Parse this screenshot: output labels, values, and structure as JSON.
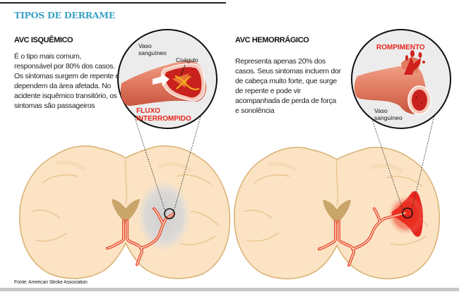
{
  "header": {
    "title": "TIPOS DE DERRAME"
  },
  "ischemic": {
    "heading": "AVC ISQUÊMICO",
    "body": "É o tipo mais comum, responsável por 80% dos casos. Os sintomas surgem de repente e dependem da área afetada. No acidente isquêmico transitório, os sintomas são passageiros",
    "labels": {
      "vessel_line1": "Vaso",
      "vessel_line2": "sanguíneo",
      "clot": "Coágulo",
      "flow_line1": "FLUXO",
      "flow_line2": "INTERROMPIDO"
    }
  },
  "hemorrhagic": {
    "heading": "AVC HEMORRÁGICO",
    "body": "Representa apenas 20% dos casos. Seus sintomas incluem dor de cabeça muito forte, que surge de repente e pode vir acompanhada de perda de força e sonolência",
    "labels": {
      "rupture": "ROMPIMENTO",
      "vessel_line1": "Vaso",
      "vessel_line2": "sanguíneo"
    }
  },
  "footer": {
    "source": "Fonte: American Stroke Association"
  },
  "colors": {
    "title_accent": "#3aa3c6",
    "alert_red": "#e8261e",
    "brain_fill": "#fbe3c4",
    "brain_outline": "#d9b070",
    "vessel": "#e8432e",
    "ischemia_gray": "#d4d4d4",
    "circle_bg": "#ececec"
  }
}
